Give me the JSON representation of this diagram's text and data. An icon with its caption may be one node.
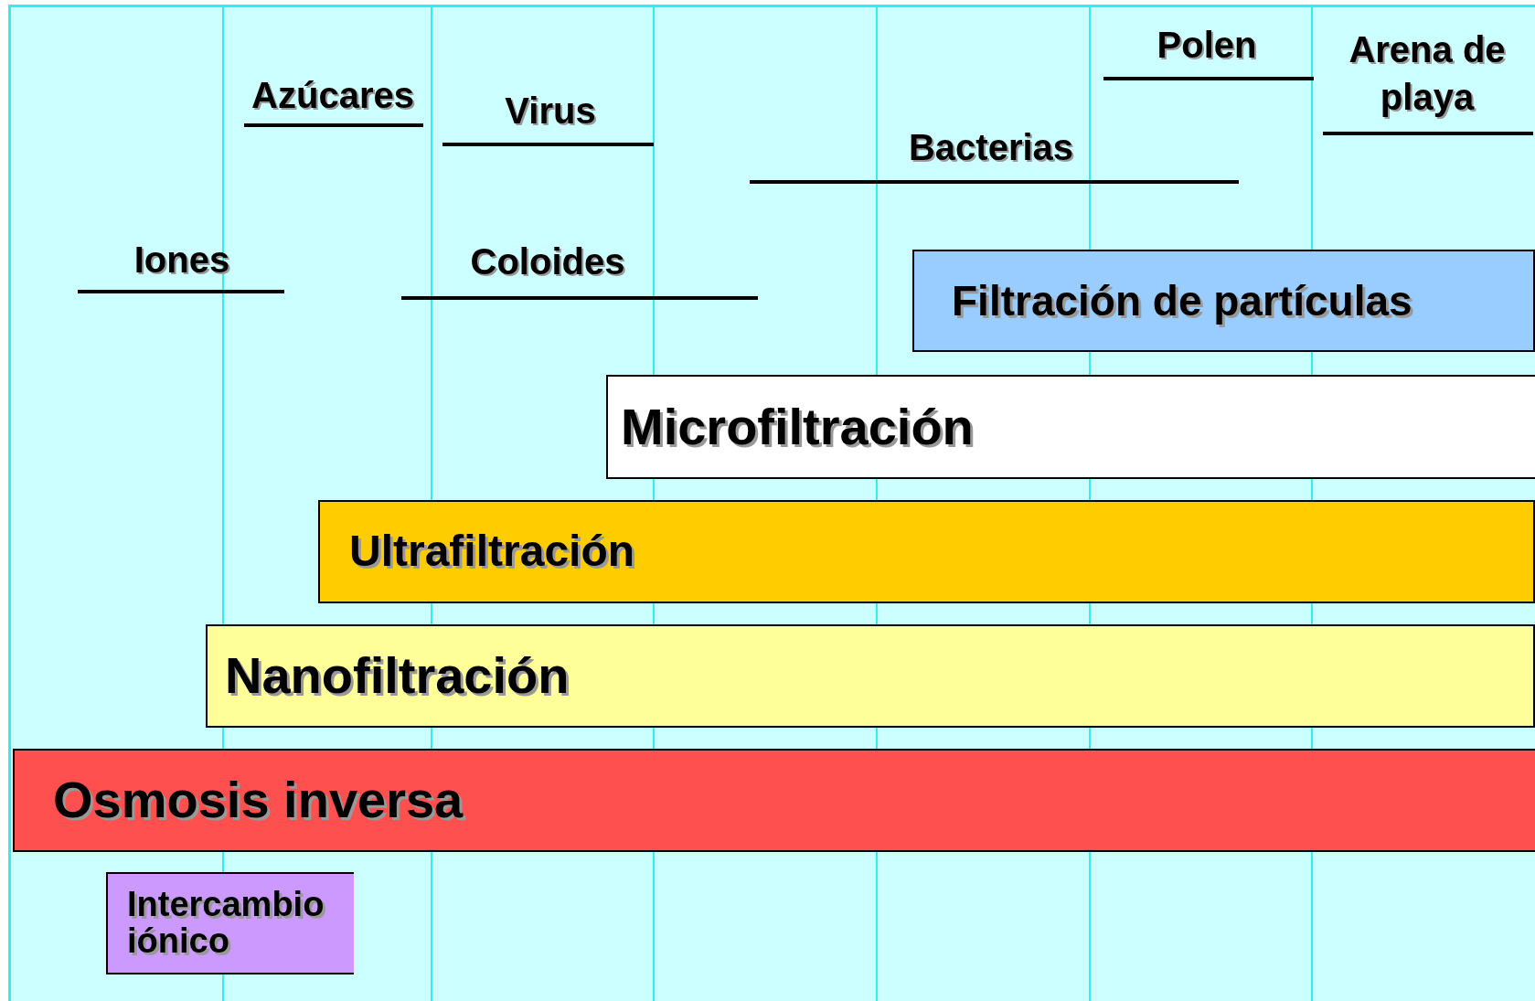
{
  "diagram": {
    "nodes": [
      {
        "text": [
          "Filtración de partículas"
        ]
      },
      {
        "text": [
          "Microfiltración"
        ]
      },
      {
        "text": [
          "Ultrafiltración"
        ]
      },
      {
        "text": [
          "Nanofiltración"
        ]
      },
      {
        "text": [
          "Osmosis inversa"
        ]
      },
      {
        "text": [
          "Intercambio iónico"
        ]
      }
    ],
    "edges": [],
    "labels": [
      "Polen",
      "Arena de playa",
      "Azúcares",
      "Virus",
      "Bacterias",
      "Iones",
      "Coloides"
    ]
  }
}
